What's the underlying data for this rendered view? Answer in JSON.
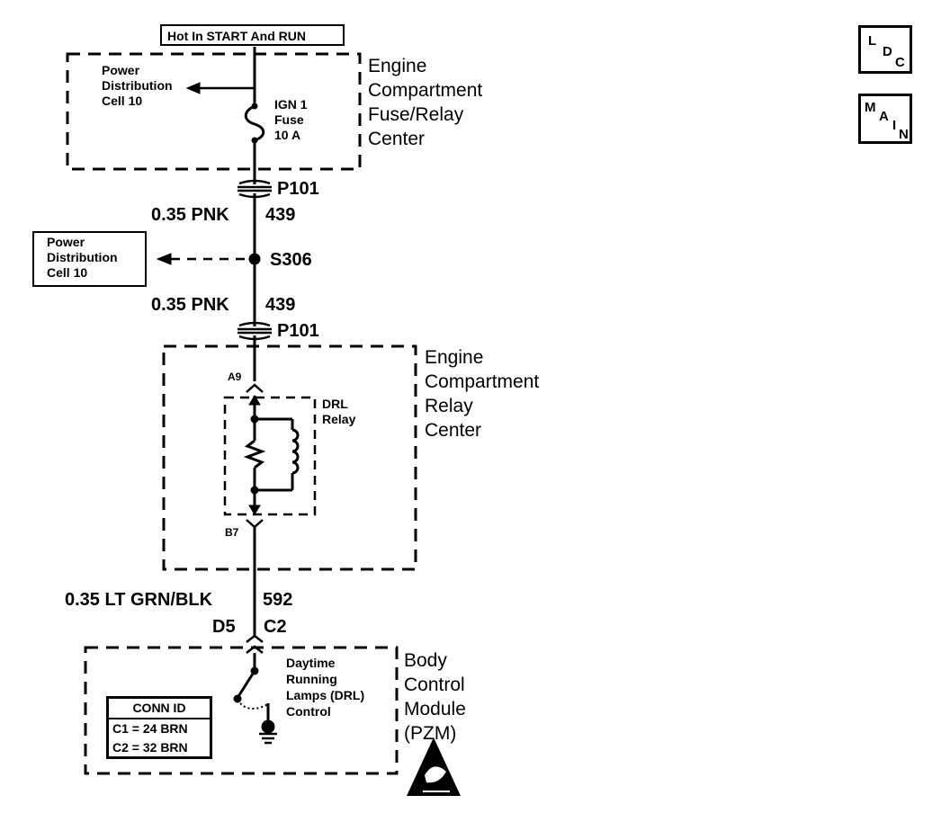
{
  "top_label": "Hot In START And RUN",
  "nav": {
    "ldc": [
      "L",
      "D",
      "C"
    ],
    "main": [
      "M",
      "A",
      "I",
      "N"
    ]
  },
  "fuse_center": {
    "name": [
      "Engine",
      "Compartment",
      "Fuse/Relay",
      "Center"
    ],
    "power_dist": [
      "Power",
      "Distribution",
      "Cell 10"
    ],
    "fuse": [
      "IGN 1",
      "Fuse",
      "10 A"
    ]
  },
  "connectors": {
    "p101_top": "P101",
    "p101_bottom": "P101",
    "splice": "S306"
  },
  "wires": {
    "upper": {
      "gauge_color": "0.35 PNK",
      "circuit": "439"
    },
    "middle": {
      "gauge_color": "0.35 PNK",
      "circuit": "439"
    },
    "lower": {
      "gauge_color": "0.35 LT GRN/BLK",
      "circuit": "592"
    }
  },
  "power_dist_box": [
    "Power",
    "Distribution",
    "Cell 10"
  ],
  "relay_center": {
    "name": [
      "Engine",
      "Compartment",
      "Relay",
      "Center"
    ],
    "pin_in": "A9",
    "pin_out": "B7",
    "relay": [
      "DRL",
      "Relay"
    ]
  },
  "bcm": {
    "pins": {
      "left": "D5",
      "right": "C2"
    },
    "name": [
      "Body",
      "Control",
      "Module",
      "(PZM)"
    ],
    "control": [
      "Daytime",
      "Running",
      "Lamps (DRL)",
      "Control"
    ],
    "conn_id": {
      "title": "CONN ID",
      "rows": [
        "C1 = 24 BRN",
        "C2 = 32 BRN"
      ]
    }
  }
}
